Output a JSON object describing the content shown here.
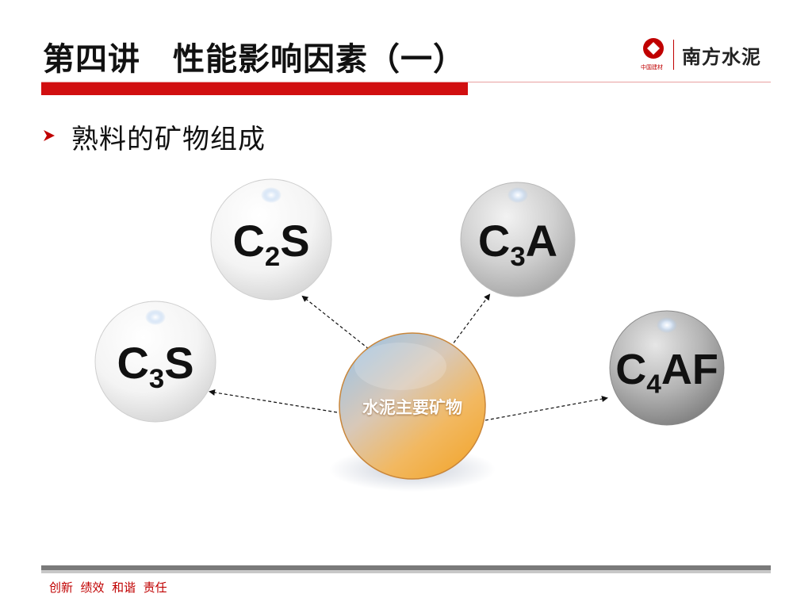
{
  "slide": {
    "title": "第四讲　性能影响因素（一）",
    "bullet": "熟料的矿物组成"
  },
  "logo": {
    "brand_small": "中国建材",
    "name": "南方水泥",
    "color": "#c00000"
  },
  "diagram": {
    "center": "水泥主要矿物",
    "minerals": [
      {
        "base": "C",
        "sub": "2",
        "rest": "S"
      },
      {
        "base": "C",
        "sub": "3",
        "rest": "A"
      },
      {
        "base": "C",
        "sub": "3",
        "rest": "S"
      },
      {
        "base": "C",
        "sub": "4",
        "rest": "AF"
      }
    ]
  },
  "footer": {
    "motto": "创新  绩效  和谐  责任"
  },
  "colors": {
    "accent_red": "#d10f10",
    "center_orange": "#f2a834",
    "center_blue": "#a8c4dc"
  }
}
